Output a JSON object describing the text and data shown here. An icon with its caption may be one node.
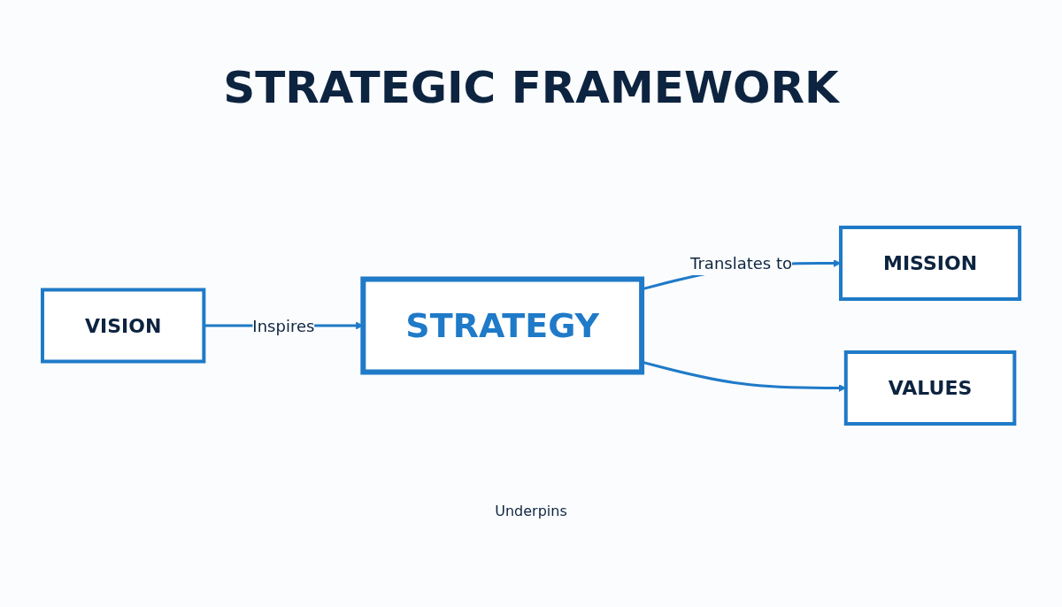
{
  "diagram": {
    "title": "STRATEGIC FRAMEWORK",
    "nodes": [
      {
        "text": [
          "VISION"
        ]
      },
      {
        "text": [
          "STRATEGY"
        ]
      },
      {
        "text": [
          "MISSION"
        ]
      },
      {
        "text": [
          "VALUES"
        ]
      }
    ],
    "edges": [
      {
        "from": 0,
        "to": 1,
        "arrow": "to",
        "label": "Inspires"
      },
      {
        "from": 1,
        "to": 2,
        "arrow": "to",
        "label": "Translates to"
      },
      {
        "from": 1,
        "to": 3,
        "arrow": "to"
      }
    ],
    "labels": [
      "Underpins"
    ]
  }
}
